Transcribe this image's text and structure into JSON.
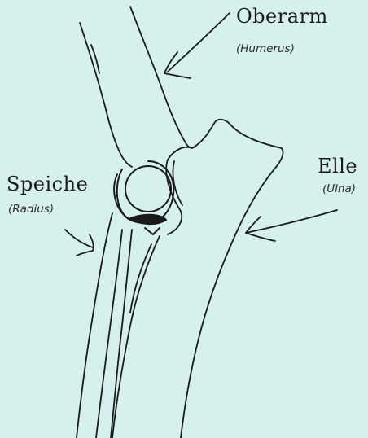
{
  "colors": {
    "background": "#d6f0ed",
    "ink": "#1a1a1a"
  },
  "labels": {
    "humerus": {
      "name": "Oberarm",
      "latin": "(Humerus)"
    },
    "ulna": {
      "name": "Elle",
      "latin": "(Ulna)"
    },
    "radius": {
      "name": "Speiche",
      "latin": "(Radius)"
    }
  }
}
